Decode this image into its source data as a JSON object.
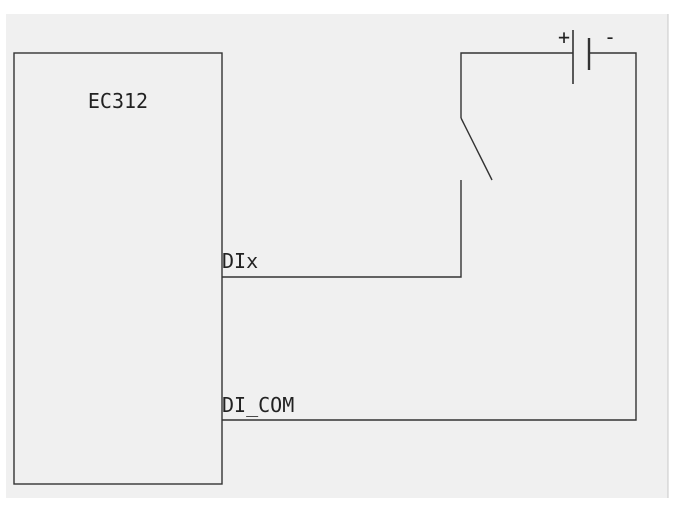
{
  "colors": {
    "panel_bg": "#f0f0f0",
    "page_bg": "#ffffff",
    "line": "#333333",
    "text": "#222222"
  },
  "diagram": {
    "device_label": "EC312",
    "pins": {
      "input": "DIx",
      "common": "DI_COM"
    },
    "battery": {
      "positive": "+",
      "negative": "-"
    }
  }
}
